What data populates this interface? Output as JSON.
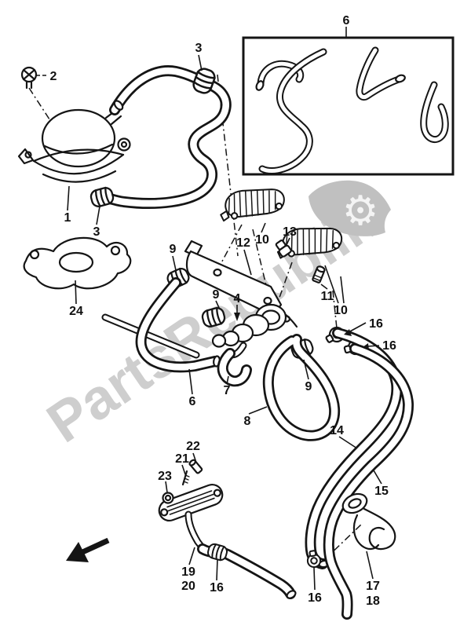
{
  "page": {
    "background": "#ffffff",
    "line_color": "#151515"
  },
  "watermark": {
    "text": "PartsRepublik",
    "color": "#c3c3c3",
    "gear_icon": "⚙"
  },
  "diagram": {
    "callouts": {
      "c1": "1",
      "c2": "2",
      "c3a": "3",
      "c3b": "3",
      "c4": "4",
      "c6box": "6",
      "c6": "6",
      "c7": "7",
      "c8": "8",
      "c9a": "9",
      "c9b": "9",
      "c9c": "9",
      "c10a": "10",
      "c10b": "10",
      "c11": "11",
      "c12": "12",
      "c13": "13",
      "c14": "14",
      "c15": "15",
      "c16a": "16",
      "c16b": "16",
      "c16c": "16",
      "c16d": "16",
      "c17": "17",
      "c18": "18",
      "c19": "19",
      "c20": "20",
      "c21": "21",
      "c22": "22",
      "c23": "23",
      "c24": "24"
    }
  }
}
